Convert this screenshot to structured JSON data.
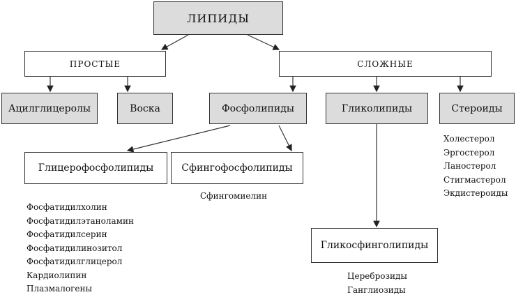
{
  "nodes": {
    "root": "ЛИПИДЫ",
    "simple": "ПРОСТЫЕ",
    "complex": "СЛОЖНЫЕ",
    "acylglycerols": "Ацилглицеролы",
    "waxes": "Воска",
    "phospholipids": "Фосфолипиды",
    "glycolipids": "Гликолипиды",
    "steroids": "Стероиды",
    "glycerophospholipids": "Глицерофосфолипиды",
    "sphingophospholipids": "Сфингофосфолипиды",
    "glycosphingolipids": "Гликосфинголипиды"
  },
  "lists": {
    "steroids": [
      "Холестерол",
      "Эргостерол",
      "Ланостерол",
      "Стигмастерол",
      "Экдистероиды"
    ],
    "sphingophospholipids": [
      "Сфингомиелин"
    ],
    "glycerophospholipids": [
      "Фосфатидилхолин",
      "Фосфатидилэтаноламин",
      "Фосфатидилсерин",
      "Фосфатидилинозитол",
      "Фосфатидилглицерол",
      "Кардиолипин",
      "Плазмалогены"
    ],
    "glycosphingolipids": [
      "Цереброзиды",
      "Ганглиозиды"
    ]
  },
  "colors": {
    "shaded_fill": "#dcdcdc",
    "line": "#333333"
  }
}
